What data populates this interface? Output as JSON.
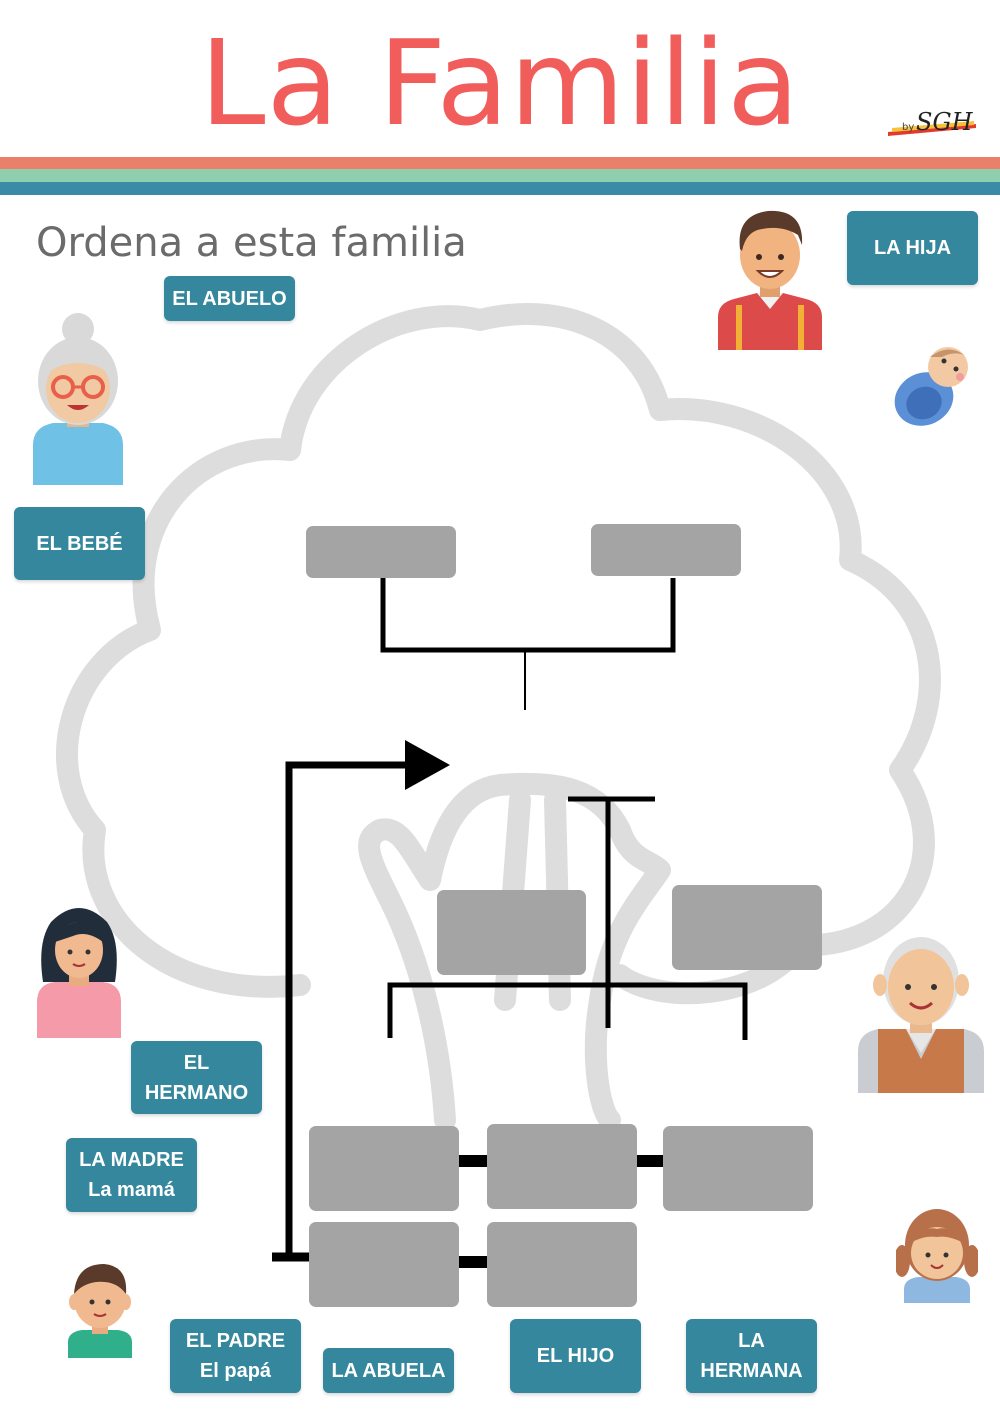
{
  "title": "La Familia",
  "subtitle": "Ordena a esta familia",
  "logo": {
    "by": "by",
    "name": "SGH"
  },
  "cards": {
    "la_hija": "LA HIJA",
    "el_abuelo": "EL ABUELO",
    "el_bebe": "EL BEBÉ",
    "el_hermano_1": "EL",
    "el_hermano_2": "HERMANO",
    "la_madre_1": "LA MADRE",
    "la_madre_2": "La mamá",
    "el_padre_1": "EL PADRE",
    "el_padre_2": "El papá",
    "la_abuela": "LA ABUELA",
    "el_hijo": "EL HIJO",
    "la_hermana_1": "LA",
    "la_hermana_2": "HERMANA"
  },
  "colors": {
    "title": "#f15d5b",
    "stripe_top": "#e9806b",
    "stripe_middle": "#8fcfae",
    "stripe_bottom": "#3b8ba6",
    "card": "#34879c",
    "slot": "#a4a4a4"
  }
}
